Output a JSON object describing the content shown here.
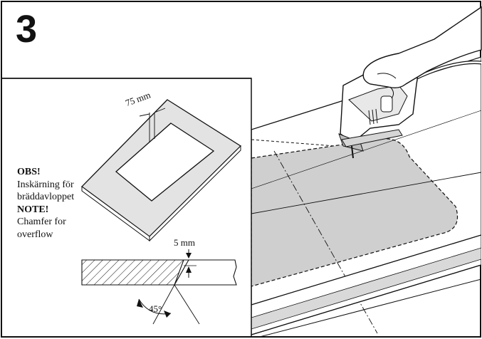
{
  "step": {
    "number": "3"
  },
  "inset": {
    "dimension_label": "75 mm",
    "note_sv_title": "OBS!",
    "note_sv_line1": "Inskärning för",
    "note_sv_line2": "bräddavloppet",
    "note_en_title": "NOTE!",
    "note_en_line1": "Chamfer for",
    "note_en_line2": "overflow",
    "depth_label": "5 mm",
    "angle_label": "45°"
  },
  "colors": {
    "outline": "#111111",
    "countertop_fill": "#ffffff",
    "cutout_fill": "#cfcfcf",
    "edge_shade": "#d9d9d9",
    "frame_fill": "#e3e3e3"
  },
  "icons": {
    "tool": "jigsaw-icon",
    "hand": "hand-icon"
  }
}
